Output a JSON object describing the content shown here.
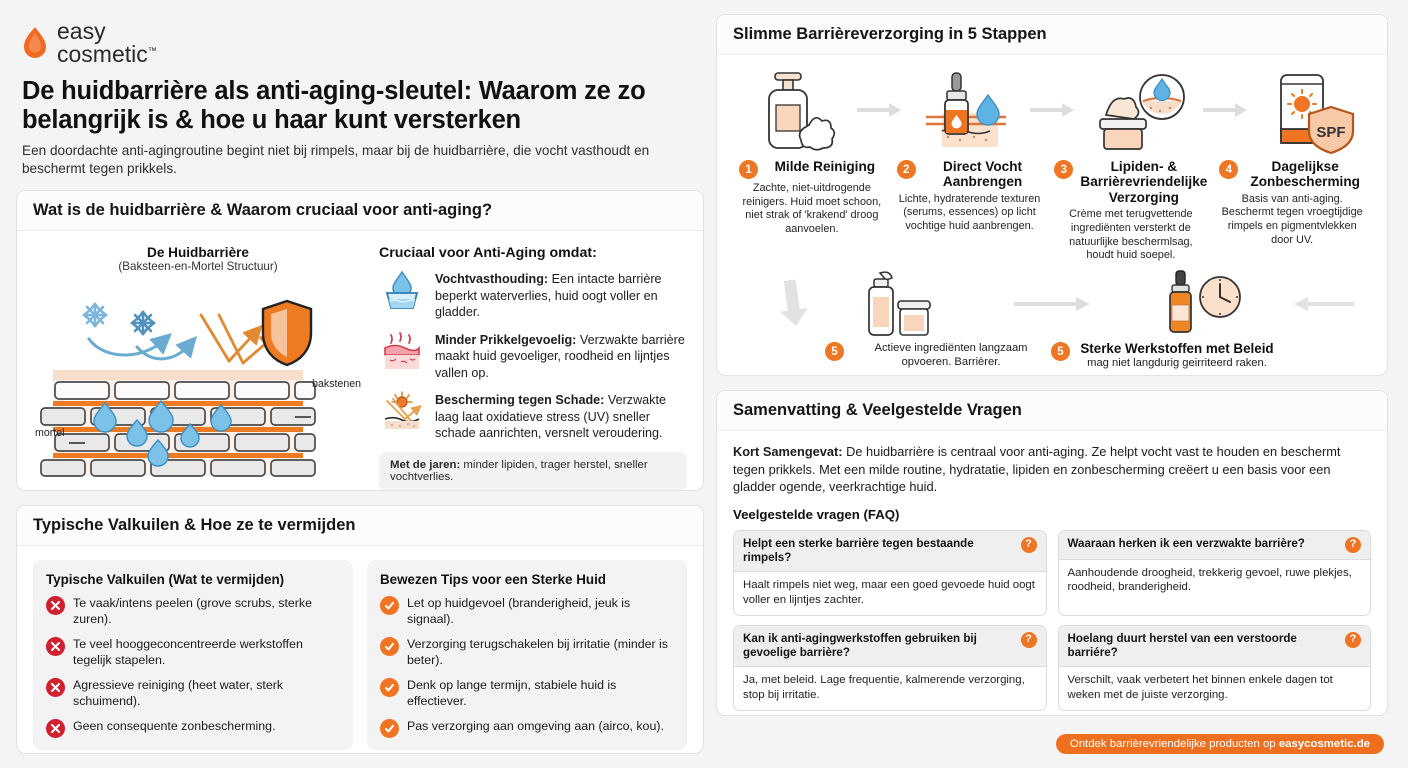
{
  "brand": {
    "line1": "easy",
    "line2": "cosmetic",
    "tm": "™",
    "flame_color": "#f26a21"
  },
  "header": {
    "headline": "De huidbarrière als anti-aging-sleutel: Waarom ze zo belangrijk is & hoe u haar kunt versterken",
    "subline": "Een doordachte anti-agingroutine begint niet bij rimpels, maar bij de huidbarrière, die vocht vasthoudt en beschermt tegen prikkels."
  },
  "card_barrier": {
    "title": "Wat is de huidbarrière & Waarom cruciaal voor anti-aging?",
    "diagram": {
      "title": "De Huidbarrière",
      "subtitle": "(Baksteen-en-Mortel Structuur)",
      "label_bricks": "bakstenen",
      "label_mortar": "mortel"
    },
    "right_title": "Cruciaal voor Anti-Aging omdat:",
    "points": [
      {
        "icon": "water-drop-basin-icon",
        "lead": "Vochtvasthouding:",
        "text": " Een intacte barrière beperkt waterverlies, huid oogt voller en gladder."
      },
      {
        "icon": "irritated-skin-icon",
        "lead": "Minder Prikkelgevoelig:",
        "text": " Verzwakte barrière maakt huid gevoeliger, roodheid en lijntjes vallen op."
      },
      {
        "icon": "sun-uv-damage-icon",
        "lead": "Bescherming tegen Schade:",
        "text": " Verzwakte laag laat oxidatieve stress (UV) sneller schade aanrichten, versnelt veroudering."
      }
    ],
    "note_lead": "Met de jaren:",
    "note_text": " minder lipiden, trager herstel, sneller vochtverlies."
  },
  "card_pitfalls": {
    "title": "Typische Valkuilen & Hoe ze te vermijden",
    "left": {
      "title": "Typische Valkuilen (Wat te vermijden)",
      "items": [
        "Te vaak/intens peelen (grove scrubs, sterke zuren).",
        "Te veel hooggeconcentreerde werkstoffen tegelijk stapelen.",
        "Agressieve reiniging (heet water, sterk schuimend).",
        "Geen consequente zonbescherming."
      ]
    },
    "right": {
      "title": "Bewezen Tips voor een Sterke Huid",
      "items": [
        "Let op huidgevoel (branderigheid, jeuk is signaal).",
        "Verzorging terugschakelen bij irritatie (minder is beter).",
        "Denk op lange termijn, stabiele huid is effectiever.",
        "Pas verzorging aan omgeving aan (airco, kou)."
      ]
    }
  },
  "card_steps": {
    "title": "Slimme Barrièreverzorging in 5 Stappen",
    "steps": [
      {
        "num": "1",
        "icon": "cleanser-pump-bottle-icon",
        "title": "Milde Reiniging",
        "body": "Zachte, niet-uitdrogende reinigers. Huid moet schoon, niet strak of 'krakend' droog aanvoelen."
      },
      {
        "num": "2",
        "icon": "serum-dropper-bottle-icon",
        "title": "Direct Vocht Aanbrengen",
        "body": "Lichte, hydraterende texturen (serums, essences) op licht vochtige huid aanbrengen."
      },
      {
        "num": "3",
        "icon": "moisturizer-jar-icon",
        "title": "Lipiden- & Barrièrevriendelijke Verzorging",
        "body": "Crème met terugvettende ingrediënten versterkt de natuurlijke beschermlsag, houdt huid soepel."
      },
      {
        "num": "4",
        "icon": "sunscreen-spf-tube-icon",
        "title": "Dagelijkse Zonbescherming",
        "body": "Basis van anti-aging. Beschermt tegen vroegtijdige rimpels en pigmentvlekken door UV."
      }
    ],
    "row2": {
      "left": {
        "num": "5",
        "icon": "skincare-products-icon",
        "text": "Actieve ingrediënten langzaam opvoeren. Barrièrer."
      },
      "right": {
        "num": "5",
        "icon": "retinol-bottle-clock-icon",
        "title": "Sterke Werkstoffen met Beleid",
        "body": "mag niet langdurig geirriteerd raken."
      }
    }
  },
  "card_faq": {
    "title": "Samenvatting & Veelgestelde Vragen",
    "summary_lead": "Kort Samengevat:",
    "summary_text": " De huidbarrière is centraal voor anti-aging. Ze helpt vocht vast te houden en beschermt tegen prikkels. Met een milde routine, hydratatie, lipiden en zonbescherming creëert u een basis voor een gladder ogende, veerkrachtige huid.",
    "faq_heading": "Veelgestelde vragen (FAQ)",
    "items": [
      {
        "q": "Helpt een sterke barrière tegen bestaande rimpels?",
        "a": "Haalt rimpels niet weg, maar een goed gevoede huid oogt voller en lijntjes zachter."
      },
      {
        "q": "Waaraan herken ik een verzwakte barrière?",
        "a": "Aanhoudende droogheid, trekkerig gevoel, ruwe plekjes, roodheid, branderigheid."
      },
      {
        "q": "Kan ik anti-agingwerkstoffen gebruiken bij gevoelige barrière?",
        "a": "Ja, met beleid. Lage frequentie, kalmerende verzorging, stop bij irritatie."
      },
      {
        "q": "Hoelang duurt herstel van een verstoorde barriére?",
        "a": "Verschilt, vaak verbetert het binnen enkele dagen tot weken met de juiste verzorging."
      }
    ],
    "qmark": "?"
  },
  "cta": {
    "text": "Ontdek barrièrevriendelijke producten op ",
    "brand": "easycosmetic.de",
    "color": "#ef6f1f"
  }
}
